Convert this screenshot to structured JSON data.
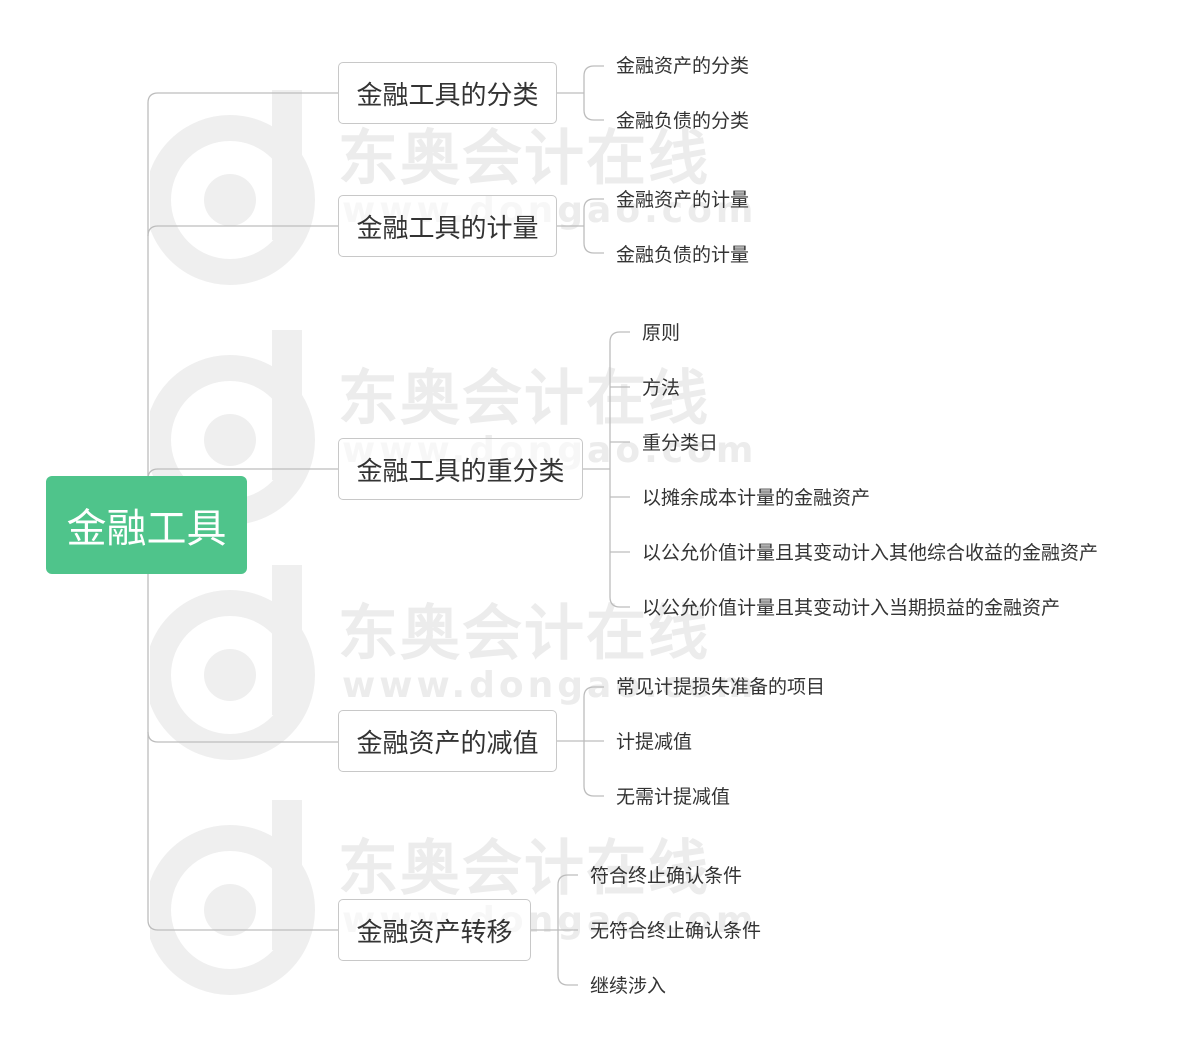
{
  "watermark": {
    "cn": "东奥会计在线",
    "url": "www.dongao.com"
  },
  "root": {
    "label": "金融工具"
  },
  "branches": [
    {
      "label": "金融工具的分类",
      "children": [
        "金融资产的分类",
        "金融负债的分类"
      ]
    },
    {
      "label": "金融工具的计量",
      "children": [
        "金融资产的计量",
        "金融负债的计量"
      ]
    },
    {
      "label": "金融工具的重分类",
      "children": [
        "原则",
        "方法",
        "重分类日",
        "以摊余成本计量的金融资产",
        "以公允价值计量且其变动计入其他综合收益的金融资产",
        "以公允价值计量且其变动计入当期损益的金融资产"
      ]
    },
    {
      "label": "金融资产的减值",
      "children": [
        "常见计提损失准备的项目",
        "计提减值",
        "无需计提减值"
      ]
    },
    {
      "label": "金融资产转移",
      "children": [
        "符合终止确认条件",
        "无符合终止确认条件",
        "继续涉入"
      ]
    }
  ],
  "colors": {
    "root_bg": "#4fc48b",
    "line": "#bdbdbd",
    "border": "#c8c8c8",
    "watermark": "#ececec"
  }
}
